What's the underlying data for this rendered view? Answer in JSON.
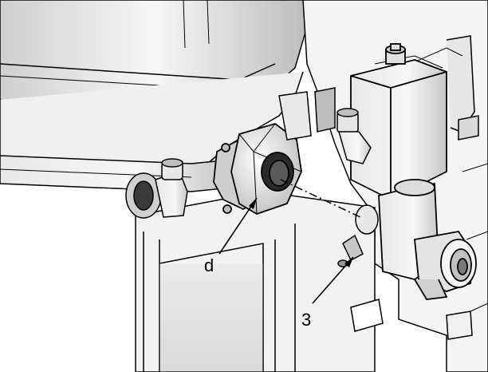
{
  "figure": {
    "callouts": [
      {
        "id": "d",
        "label": "d"
      },
      {
        "id": "3",
        "label": "3"
      }
    ],
    "colors": {
      "background": "#ffffff",
      "part_light": "#f2f2f2",
      "part_mid": "#d6d6d6",
      "part_dark": "#9a9a9a",
      "outline": "#000000"
    }
  }
}
